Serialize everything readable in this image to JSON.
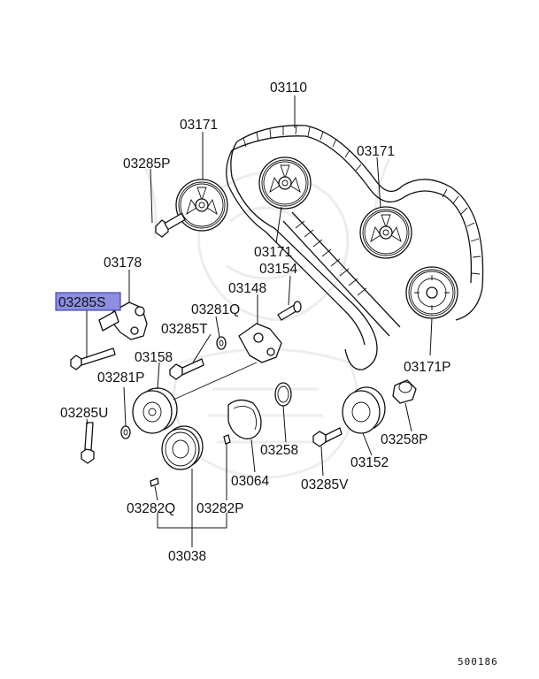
{
  "labels": {
    "belt": "03110",
    "sprocket_left": "03171",
    "sprocket_right": "03171",
    "sprocket_mid_lower": "03171",
    "sprocket_bottom_right": "03171P",
    "bolt_p": "03285P",
    "tensioner": "03178",
    "bolt_s": "03285S",
    "pin_03154": "03154",
    "bracket_03148": "03148",
    "washer_03281q": "03281Q",
    "bolt_t": "03285T",
    "pulley_03158": "03158",
    "washer_03281p": "03281P",
    "bolt_u": "03285U",
    "seal_03258": "03258",
    "spacer_03258p": "03258P",
    "idler_03152": "03152",
    "bolt_v": "03285V",
    "cover_03064": "03064",
    "key_03282q": "03282Q",
    "key_03282p": "03282P",
    "crank_03038": "03038"
  },
  "highlighted_label": "bolt_s",
  "reference_number": "500186",
  "colors": {
    "highlight": "#8c8fe0",
    "ink": "#111111"
  }
}
